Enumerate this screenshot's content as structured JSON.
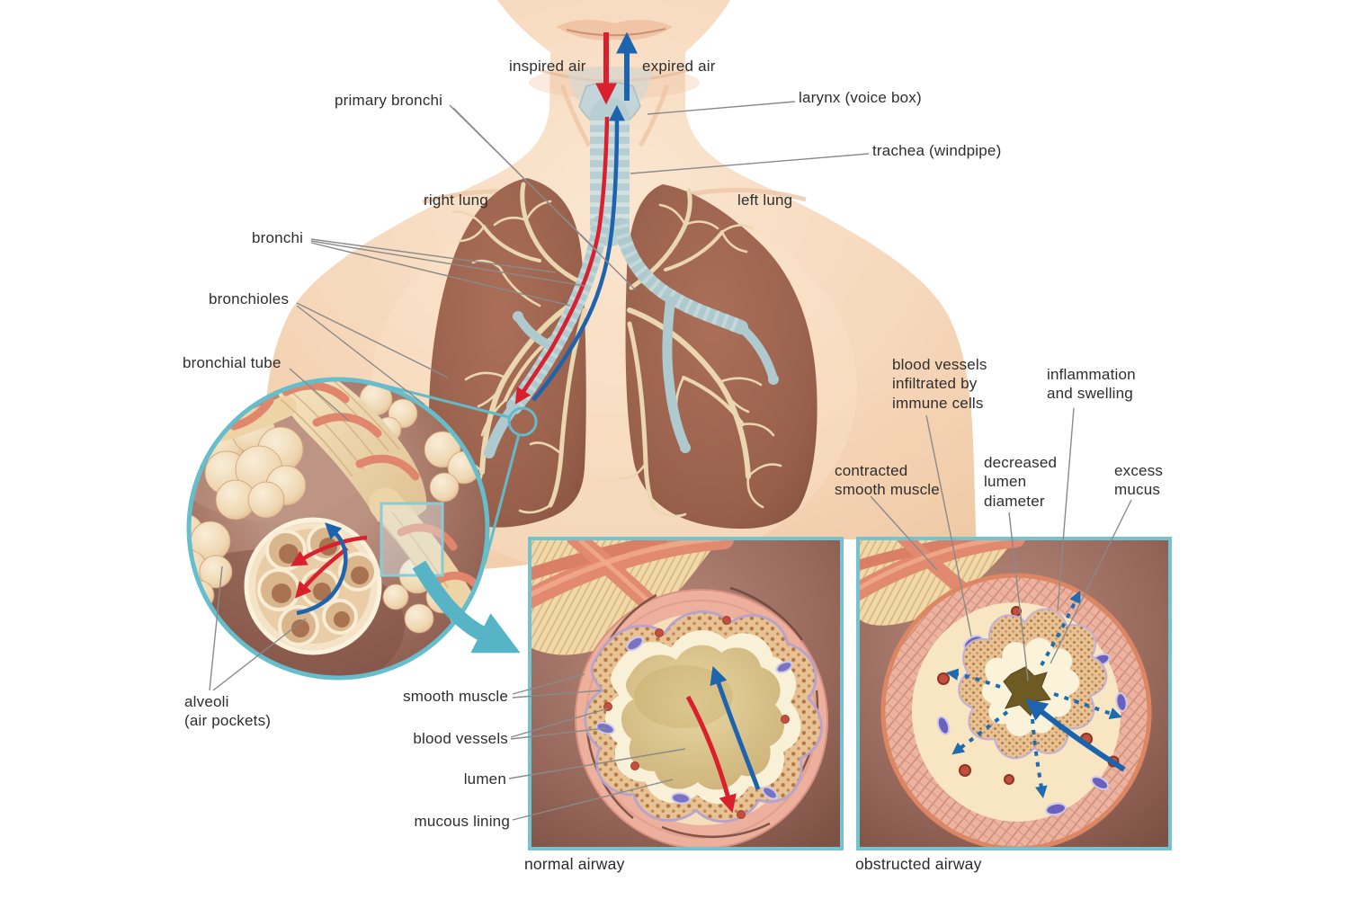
{
  "figure": {
    "subject": "human respiratory system with asthma airway comparison"
  },
  "labels": {
    "inspired_air": "inspired air",
    "expired_air": "expired air",
    "larynx": "larynx (voice box)",
    "trachea": "trachea (windpipe)",
    "primary_bronchi": "primary bronchi",
    "right_lung": "right lung",
    "left_lung": "left lung",
    "bronchi": "bronchi",
    "bronchioles": "bronchioles",
    "bronchial_tube": "bronchial tube",
    "alveoli": "alveoli\n(air pockets)",
    "smooth_muscle": "smooth muscle",
    "blood_vessels": "blood vessels",
    "lumen": "lumen",
    "mucous_lining": "mucous lining",
    "blood_vessels_infiltrated": "blood vessels\ninfiltrated by\nimmune cells",
    "inflammation_swelling": "inflammation\nand swelling",
    "contracted_smooth_muscle": "contracted\nsmooth muscle",
    "decreased_lumen_diameter": "decreased\nlumen\ndiameter",
    "excess_mucus": "excess\nmucus"
  },
  "panels": {
    "normal": {
      "caption": "normal airway"
    },
    "obstructed": {
      "caption": "obstructed airway"
    }
  },
  "colors": {
    "accent_teal": "#5fb7c8",
    "inspired_red": "#da1f2d",
    "expired_blue": "#1d63ae",
    "lung_brown": "#9a5f4b",
    "airway_cream": "#ead7af",
    "skin": "#f6d8bb",
    "panel_background": "#a87b6e",
    "leader_line_gray": "#8a8a8a"
  }
}
